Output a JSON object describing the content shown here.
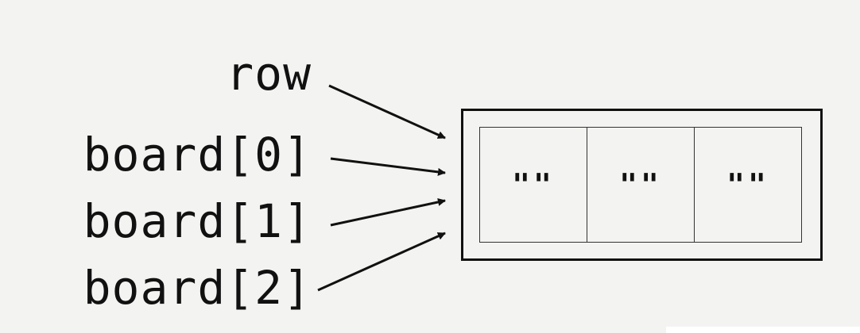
{
  "labels": {
    "row": "row",
    "board0": "board[0]",
    "board1": "board[1]",
    "board2": "board[2]"
  },
  "cells": [
    "\"\"",
    "\"\"",
    "\"\""
  ],
  "colors": {
    "background": "#f3f4f1",
    "ink": "#111111"
  }
}
